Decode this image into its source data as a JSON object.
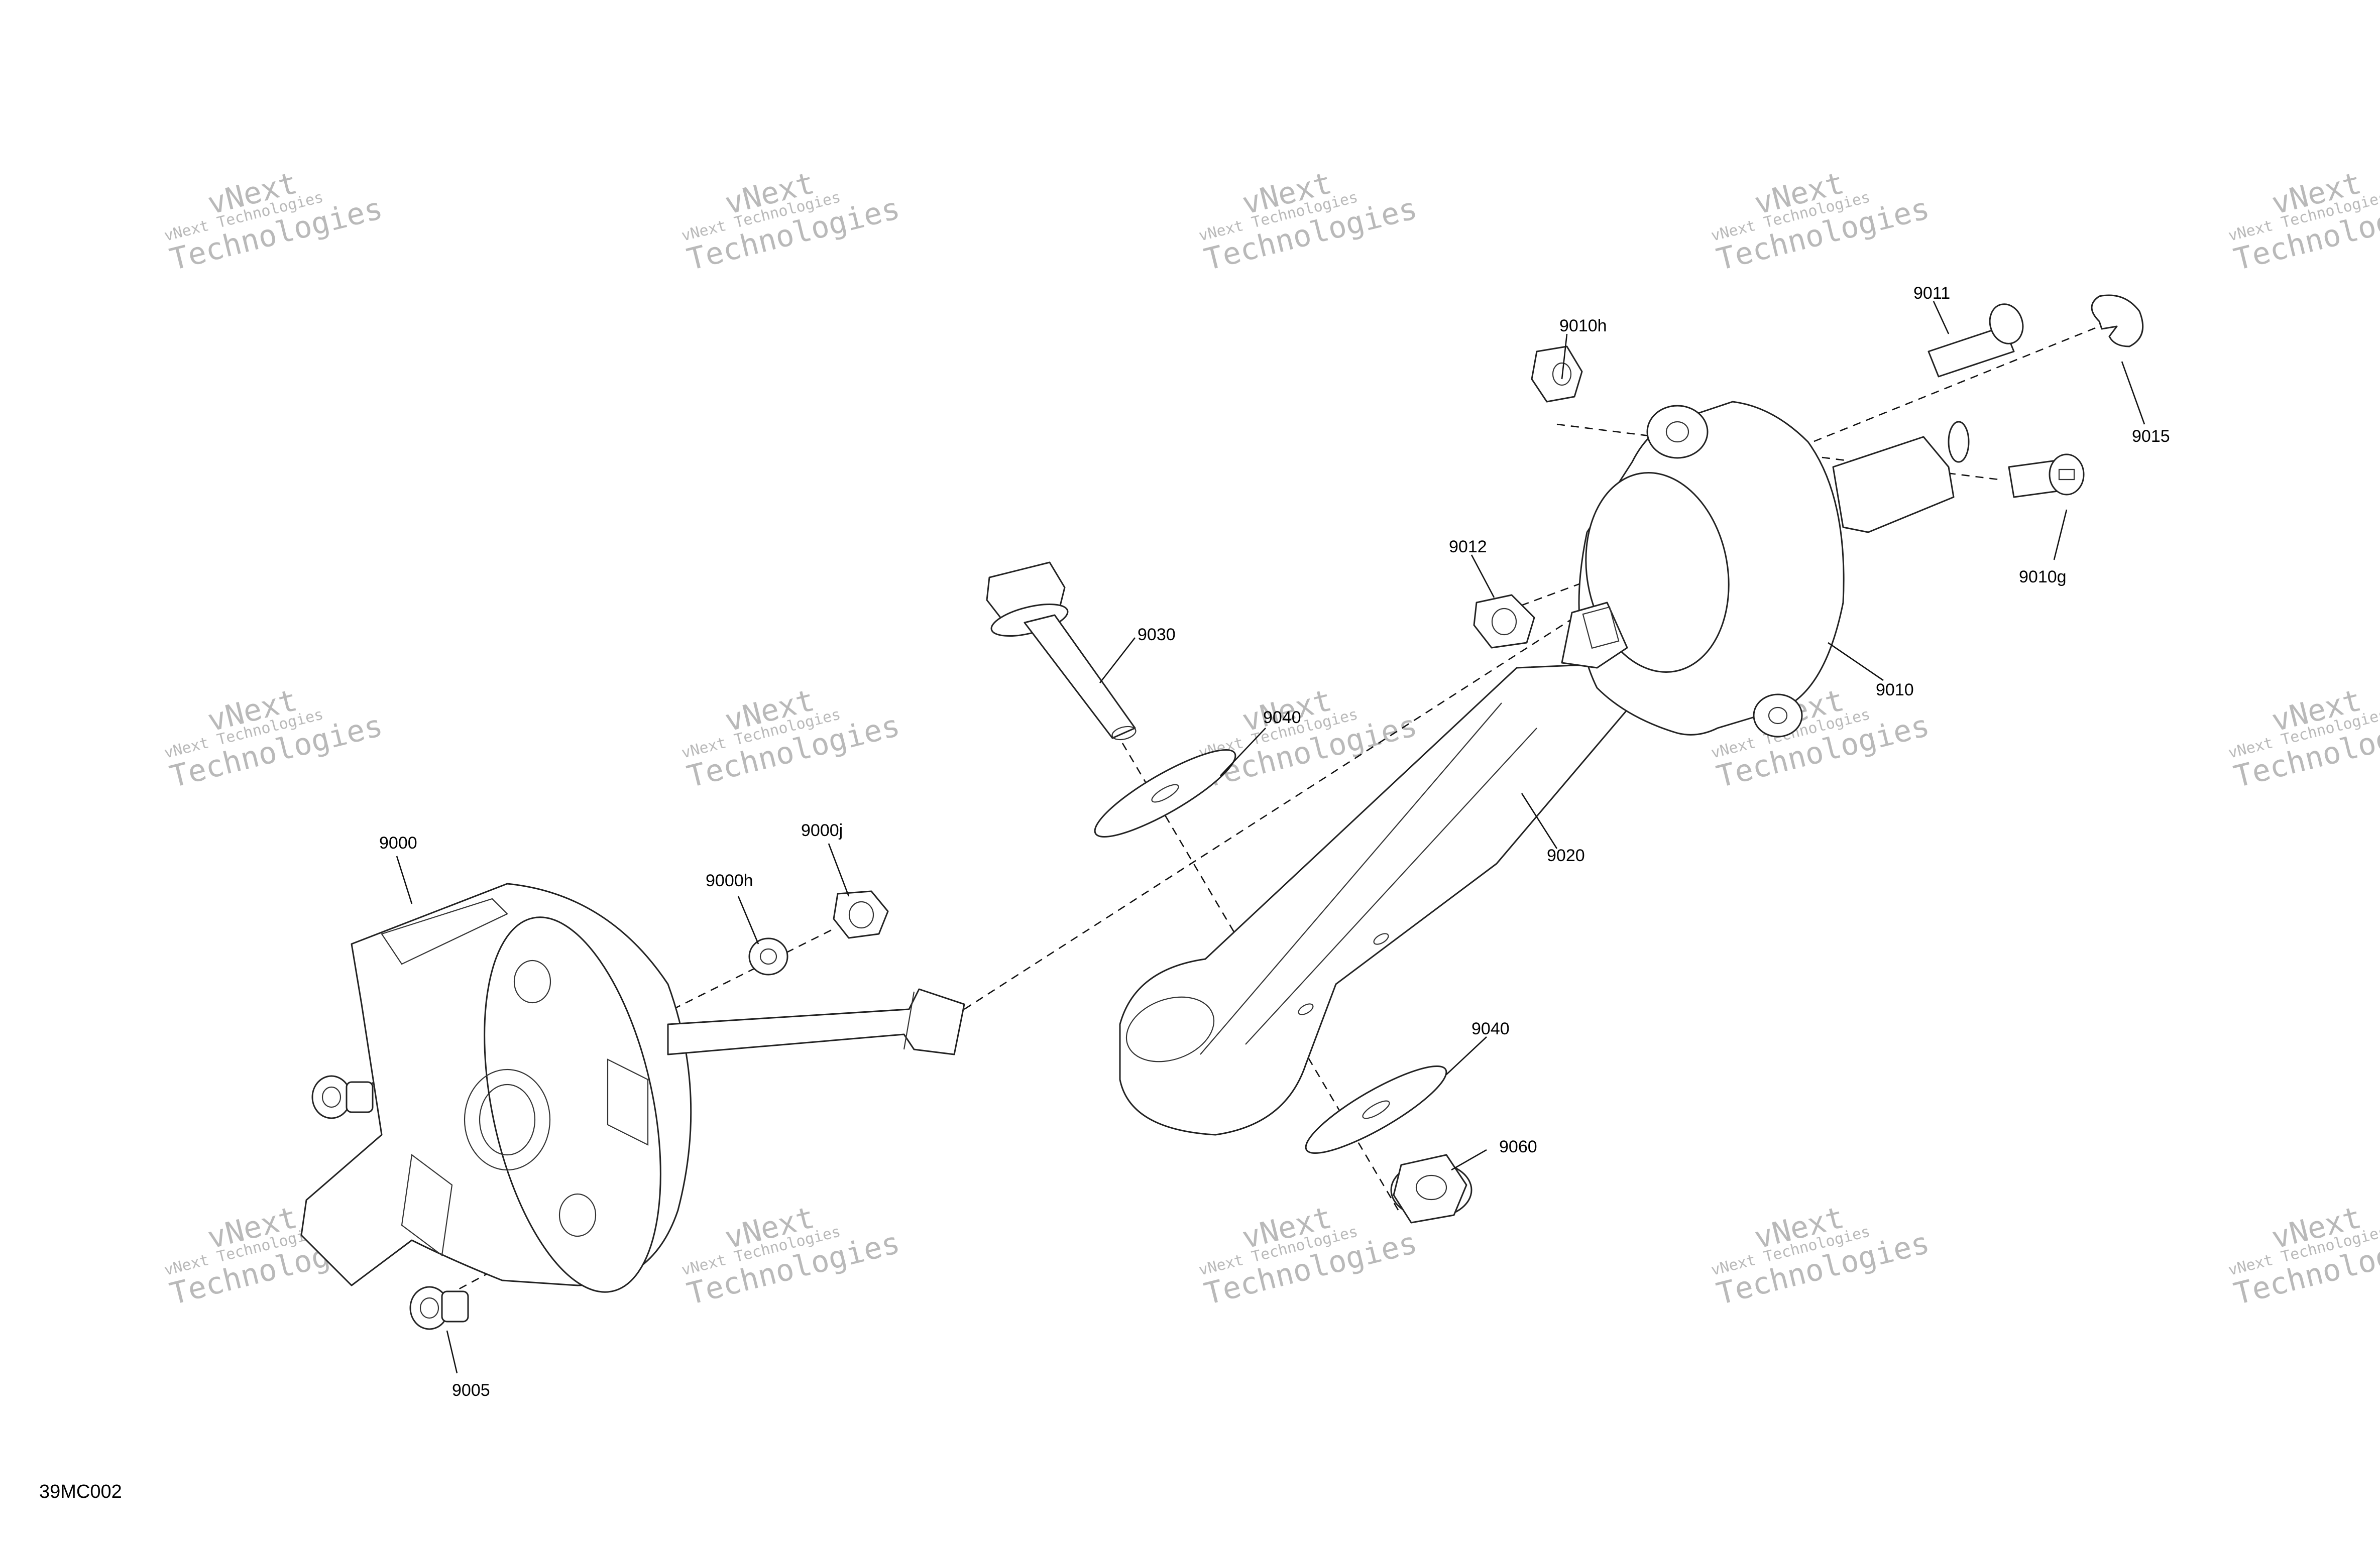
{
  "diagram_code": "39MC002",
  "watermark": {
    "brand": "vNext",
    "company": "Technologies",
    "full": "vNext Technologies"
  },
  "callouts": {
    "p9000": "9000",
    "p9000h": "9000h",
    "p9000j": "9000j",
    "p9005": "9005",
    "p9010": "9010",
    "p9010g": "9010g",
    "p9010h": "9010h",
    "p9011": "9011",
    "p9012": "9012",
    "p9015": "9015",
    "p9020": "9020",
    "p9030": "9030",
    "p9040a": "9040",
    "p9040b": "9040",
    "p9060": "9060"
  }
}
